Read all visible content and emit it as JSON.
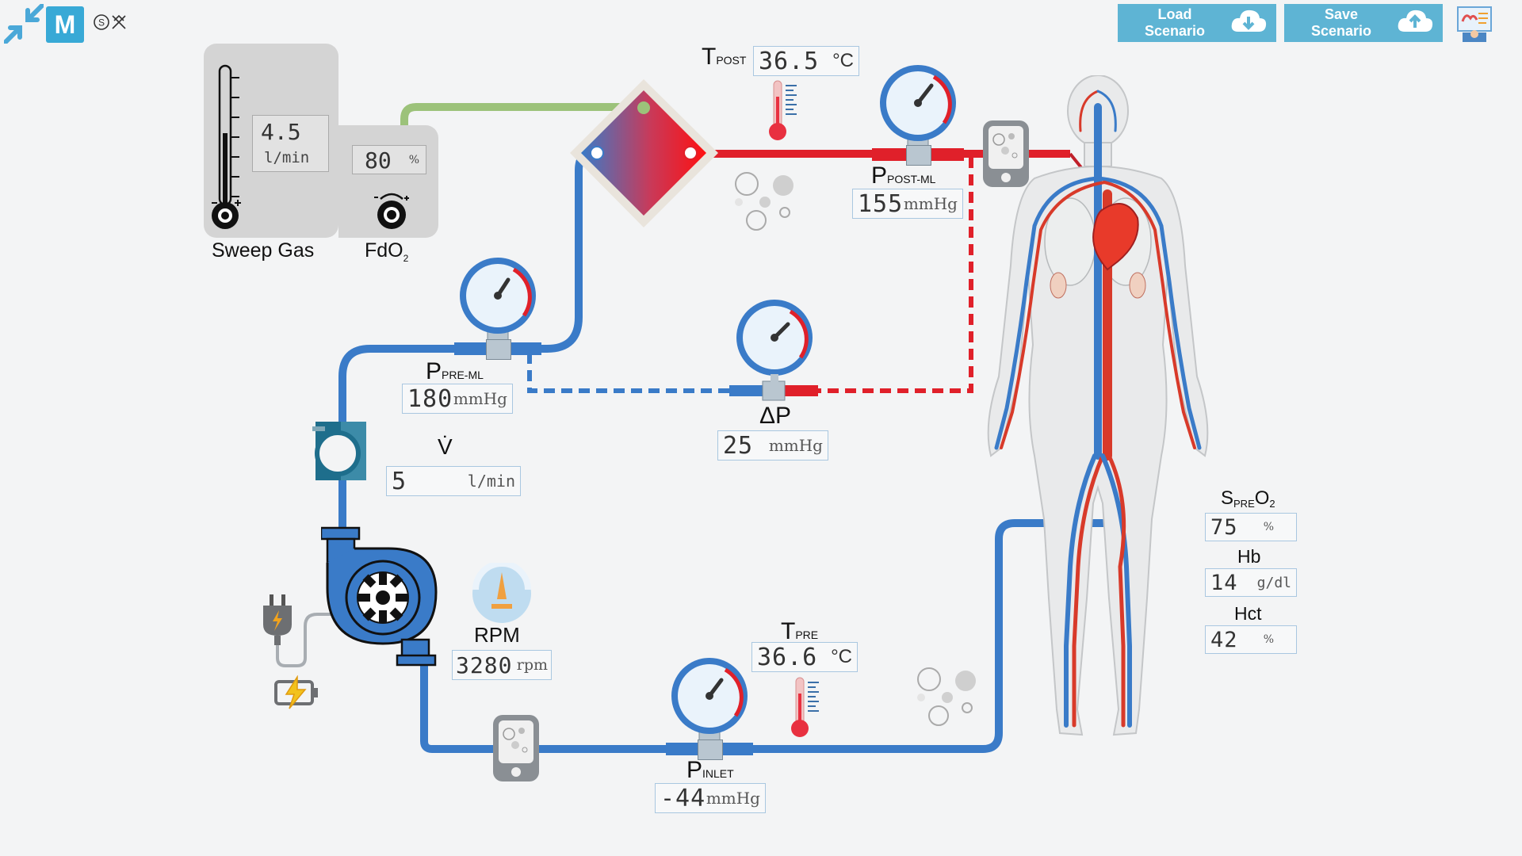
{
  "toolbar": {
    "logo_letter": "M",
    "load_label": "Load Scenario",
    "save_label": "Save Scenario"
  },
  "sweep_gas": {
    "label": "Sweep Gas",
    "value": "4.5",
    "unit": "l/min"
  },
  "fdo2": {
    "label_main": "FdO",
    "label_sub": "2",
    "value": "80",
    "unit": "%"
  },
  "t_post": {
    "label_main": "T",
    "label_sub": "POST",
    "value": "36.5",
    "unit": "°C"
  },
  "p_post_ml": {
    "label_main": "P",
    "label_sub": "POST-ML",
    "value": "155",
    "unit": "mmHg"
  },
  "p_pre_ml": {
    "label_main": "P",
    "label_sub": "PRE-ML",
    "value": "180",
    "unit": "mmHg"
  },
  "delta_p": {
    "label": "ΔP",
    "value": "25",
    "unit": "mmHg"
  },
  "flow": {
    "label": "V̇",
    "value": "5",
    "unit": "l/min"
  },
  "rpm": {
    "label": "RPM",
    "value": "3280",
    "unit": "rpm"
  },
  "t_pre": {
    "label_main": "T",
    "label_sub": "PRE",
    "value": "36.6",
    "unit": "°C"
  },
  "p_inlet": {
    "label_main": "P",
    "label_sub": "INLET",
    "value": "-44",
    "unit": "mmHg"
  },
  "spre_o2": {
    "label_s": "S",
    "label_pre": "PRE",
    "label_o": "O",
    "label_2": "2",
    "value": "75",
    "unit": "%"
  },
  "hb": {
    "label": "Hb",
    "value": "14",
    "unit": "g/dl"
  },
  "hct": {
    "label": "Hct",
    "value": "42",
    "unit": "%"
  },
  "colors": {
    "venous": "#3a7bc8",
    "arterial": "#e0202a",
    "gas_line": "#9cc27a",
    "button": "#5eb4d4",
    "logo": "#38a9d6"
  }
}
